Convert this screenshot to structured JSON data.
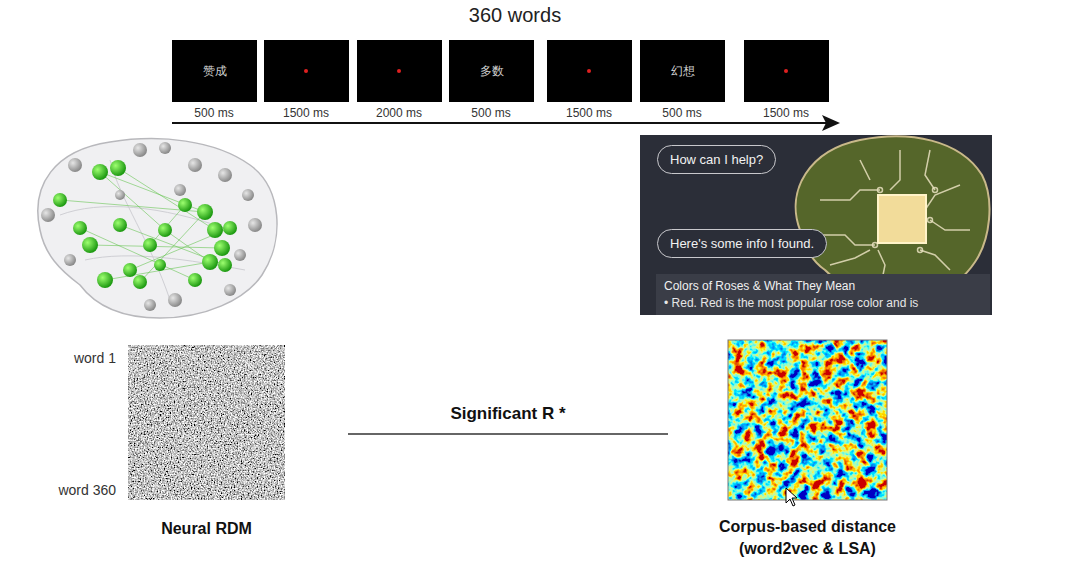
{
  "diagram": {
    "title": "360 words",
    "nodes": [
      {
        "text": [
          "赞成"
        ]
      },
      {
        "text": [
          "多数"
        ]
      },
      {
        "text": [
          "幻想"
        ]
      },
      {
        "text": [
          "How can I help?"
        ]
      },
      {
        "text": [
          "Here's some info I found."
        ]
      },
      {
        "text": [
          "Colors of Roses & What They Mean",
          "• Red. Red is the most popular rose color and is"
        ]
      },
      {
        "text": [
          "Neural RDM"
        ]
      },
      {
        "text": [
          "Corpus-based distance (word2vec & LSA)"
        ]
      }
    ],
    "edges": [
      {
        "from": 6,
        "to": 7,
        "label": "Significant R *",
        "arrow": "none"
      }
    ],
    "labels": [
      "500 ms",
      "1500 ms",
      "2000 ms",
      "500 ms",
      "1500 ms",
      "500 ms",
      "1500 ms",
      "word 1",
      "word 360"
    ]
  }
}
